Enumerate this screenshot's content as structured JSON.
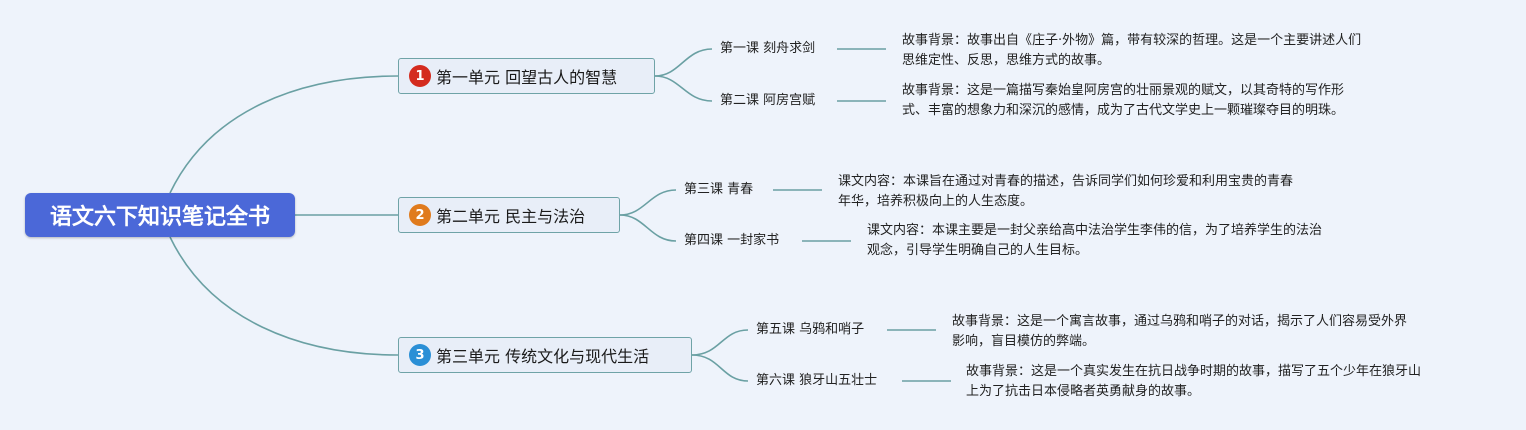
{
  "root": {
    "title": "语文六下知识笔记全书"
  },
  "units": [
    {
      "badge": "1",
      "badge_color": "#d42b1e",
      "title": "第一单元 回望古人的智慧",
      "lessons": [
        {
          "title": "第一课 刻舟求剑",
          "note": [
            "故事背景：故事出自《庄子·外物》篇，带有较深的哲理。这是一个主要讲述人们",
            "思维定性、反思，思维方式的故事。"
          ]
        },
        {
          "title": "第二课 阿房宫赋",
          "note": [
            "故事背景：这是一篇描写秦始皇阿房宫的壮丽景观的赋文，以其奇特的写作形",
            "式、丰富的想象力和深沉的感情，成为了古代文学史上一颗璀璨夺目的明珠。"
          ]
        }
      ]
    },
    {
      "badge": "2",
      "badge_color": "#e07b1d",
      "title": "第二单元 民主与法治",
      "lessons": [
        {
          "title": "第三课 青春",
          "note": [
            "课文内容：本课旨在通过对青春的描述，告诉同学们如何珍爱和利用宝贵的青春",
            "年华，培养积极向上的人生态度。"
          ]
        },
        {
          "title": "第四课 一封家书",
          "note": [
            "课文内容：本课主要是一封父亲给高中法治学生李伟的信，为了培养学生的法治",
            "观念，引导学生明确自己的人生目标。"
          ]
        }
      ]
    },
    {
      "badge": "3",
      "badge_color": "#2a8fd6",
      "title": "第三单元 传统文化与现代生活",
      "lessons": [
        {
          "title": "第五课 乌鸦和哨子",
          "note": [
            "故事背景：这是一个寓言故事，通过乌鸦和哨子的对话，揭示了人们容易受外界",
            "影响，盲目模仿的弊端。"
          ]
        },
        {
          "title": "第六课 狼牙山五壮士",
          "note": [
            "故事背景：这是一个真实发生在抗日战争时期的故事，描写了五个少年在狼牙山",
            "上为了抗击日本侵略者英勇献身的故事。"
          ]
        }
      ]
    }
  ]
}
